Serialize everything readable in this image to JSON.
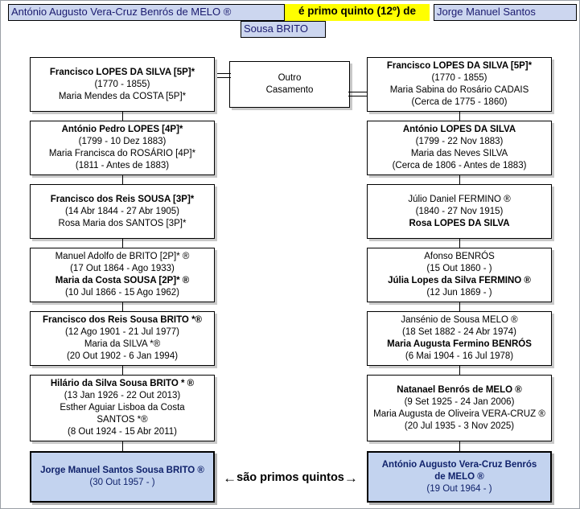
{
  "header": {
    "person_left": "António Augusto Vera-Cruz Benrós de MELO ®",
    "relation": "é primo quinto (12º) de",
    "person_right_line1": "Jorge Manuel Santos",
    "person_right_line2": "Sousa BRITO",
    "highlight_color": "#ffff00",
    "box_color": "#ccd6ef"
  },
  "other_marriage": {
    "line1": "Outro",
    "line2": "Casamento"
  },
  "cousin_note": {
    "left_arrow": "←",
    "text": "são primos quintos",
    "right_arrow": "→"
  },
  "left_branch": [
    {
      "name": "Francisco LOPES DA SILVA [5P]*",
      "name_bold": true,
      "dates": "(1770 - 1855)",
      "spouse": "Maria Mendes da COSTA [5P]*",
      "spouse_bold": false,
      "spouse_dates": ""
    },
    {
      "name": "António Pedro LOPES [4P]*",
      "name_bold": true,
      "dates": "(1799 - 10 Dez 1883)",
      "spouse": "Maria Francisca do ROSÁRIO [4P]*",
      "spouse_bold": false,
      "spouse_dates": "(1811 - Antes de 1883)"
    },
    {
      "name": "Francisco dos Reis SOUSA [3P]*",
      "name_bold": true,
      "dates": "(14 Abr 1844 - 27 Abr 1905)",
      "spouse": "Rosa Maria dos SANTOS [3P]*",
      "spouse_bold": false,
      "spouse_dates": ""
    },
    {
      "name": "Manuel Adolfo de BRITO [2P]* ®",
      "name_bold": false,
      "dates": "(17 Out 1864 - Ago 1933)",
      "spouse": "Maria da Costa SOUSA [2P]* ®",
      "spouse_bold": true,
      "spouse_dates": "(10 Jul 1866 - 15 Ago 1962)"
    },
    {
      "name": "Francisco dos Reis Sousa BRITO *®",
      "name_bold": true,
      "dates": "(12 Ago 1901 - 21 Jul 1977)",
      "spouse": "Maria da SILVA *®",
      "spouse_bold": false,
      "spouse_dates": "(20 Out 1902 - 6 Jan 1994)"
    },
    {
      "name": "Hilário da Silva Sousa BRITO * ®",
      "name_bold": true,
      "dates": "(13 Jan 1926 - 22 Out 2013)",
      "spouse": "Esther Aguiar Lisboa da Costa SANTOS *®",
      "spouse_bold": false,
      "spouse_dates": "(8 Out 1924 - 15 Abr 2011)"
    }
  ],
  "left_final": {
    "name": "Jorge Manuel Santos Sousa BRITO ®",
    "dates": "(30 Out 1957 -          )"
  },
  "right_branch": [
    {
      "name": "Francisco LOPES DA SILVA [5P]*",
      "name_bold": true,
      "dates": "(1770 - 1855)",
      "spouse": "Maria Sabina do Rosário CADAIS",
      "spouse_bold": false,
      "spouse_dates": "(Cerca de 1775 - 1860)"
    },
    {
      "name": "António LOPES DA SILVA",
      "name_bold": true,
      "dates": "(1799 - 22 Nov 1883)",
      "spouse": "Maria das Neves SILVA",
      "spouse_bold": false,
      "spouse_dates": "(Cerca de 1806 - Antes de 1883)"
    },
    {
      "name": "Júlio Daniel FERMINO ®",
      "name_bold": false,
      "dates": "(1840 - 27 Nov 1915)",
      "spouse": "Rosa LOPES DA SILVA",
      "spouse_bold": true,
      "spouse_dates": ""
    },
    {
      "name": "Afonso BENRÓS",
      "name_bold": false,
      "dates": "(15 Out 1860 -          )",
      "spouse": "Júlia Lopes da Silva FERMINO ®",
      "spouse_bold": true,
      "spouse_dates": "(12 Jun 1869 -          )"
    },
    {
      "name": "Jansénio de Sousa MELO ®",
      "name_bold": false,
      "dates": "(18 Set 1882 - 24 Abr 1974)",
      "spouse": "Maria Augusta Fermino BENRÓS",
      "spouse_bold": true,
      "spouse_dates": "(6 Mai 1904 - 16 Jul 1978)"
    },
    {
      "name": "Natanael Benrós de MELO ®",
      "name_bold": true,
      "dates": "(9 Set 1925 - 24 Jan 2006)",
      "spouse": "Maria Augusta de Oliveira VERA-CRUZ ®",
      "spouse_bold": false,
      "spouse_dates": "(20 Jul 1935 - 3 Nov 2025)"
    }
  ],
  "right_final": {
    "name": "António Augusto Vera-Cruz Benrós de MELO ®",
    "dates": "(19 Out 1964 -          )"
  }
}
